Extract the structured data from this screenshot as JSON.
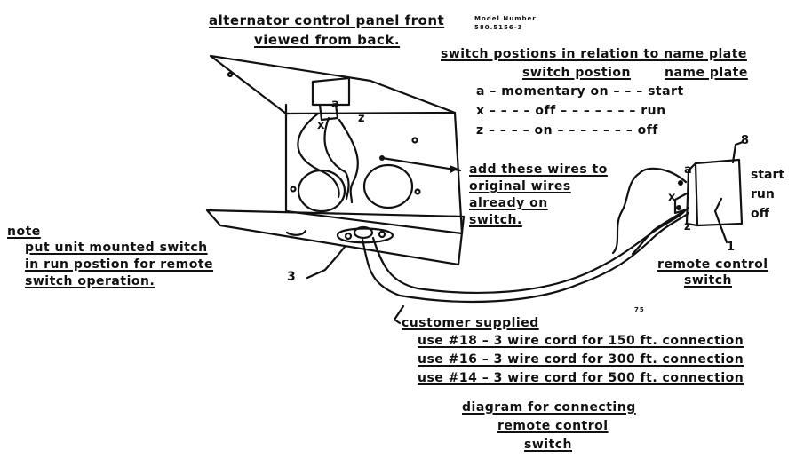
{
  "header": {
    "title_line1": "alternator control panel front",
    "title_line2": "viewed from back.",
    "model_label": "Model Number",
    "model_number": "580.5156-3"
  },
  "switch_table": {
    "title": "switch postions in relation to name plate",
    "col1": "switch postion",
    "col2": "name plate",
    "rows": [
      "a – momentary on – – – start",
      "x – – – – off – – – – – – – run",
      "z – – – – on – – – – – – – off"
    ]
  },
  "note": {
    "heading": "note",
    "lines": [
      "put unit mounted switch",
      "in run postion for remote",
      "switch operation."
    ]
  },
  "add_wires": {
    "lines": [
      "add these wires to",
      "original wires",
      "already on",
      "switch."
    ]
  },
  "remote_switch": {
    "positions": [
      "start",
      "run",
      "off"
    ],
    "caption_line1": "remote control",
    "caption_line2": "switch",
    "callout_8": "8",
    "callout_1": "1",
    "terminals": [
      "a",
      "x",
      "z"
    ]
  },
  "panel_labels": {
    "terminals": [
      "a",
      "x",
      "z"
    ],
    "callout_3": "3"
  },
  "customer": {
    "title": "customer supplied",
    "lines": [
      "use #18 – 3 wire cord for 150 ft. connection",
      "use #16 – 3 wire cord for 300 ft. connection",
      "use #14 – 3 wire cord for 500 ft. connection"
    ]
  },
  "mark": "75",
  "footer": {
    "line1": "diagram for connecting",
    "line2": "remote control",
    "line3": "switch"
  }
}
